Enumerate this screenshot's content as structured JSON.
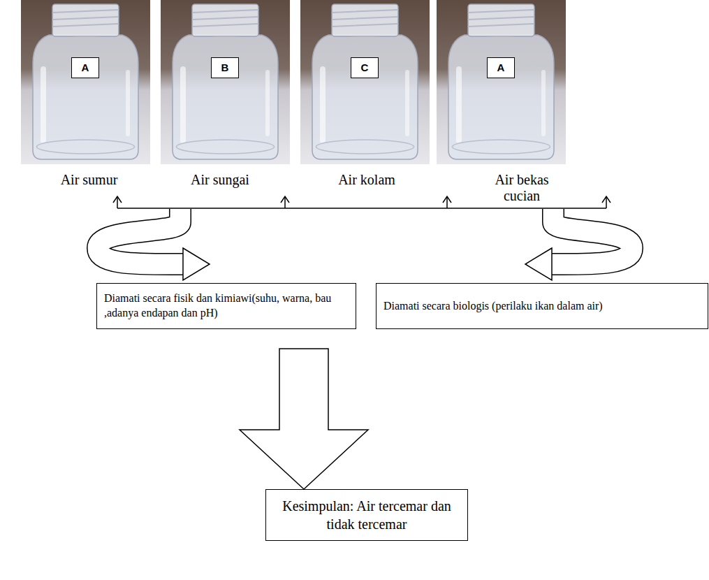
{
  "diagram": {
    "nodes": [
      {
        "text": [
          "A"
        ]
      },
      {
        "text": [
          "B"
        ]
      },
      {
        "text": [
          "C"
        ]
      },
      {
        "text": [
          "A"
        ]
      },
      {
        "text": [
          "Diamati secara fisik dan kimiawi(suhu, warna, bau ,adanya endapan dan pH)"
        ]
      },
      {
        "text": [
          "Diamati secara biologis (perilaku ikan dalam air)"
        ]
      },
      {
        "text": [
          "Kesimpulan: Air tercemar dan tidak tercemar"
        ]
      }
    ],
    "edges": [
      {
        "from": 4,
        "to": 6,
        "arrow": "to"
      },
      {
        "from": 5,
        "to": 6,
        "arrow": "to"
      }
    ],
    "labels": [
      "Air sumur",
      "Air sungai",
      "Air kolam",
      "Air bekas cucian"
    ]
  }
}
